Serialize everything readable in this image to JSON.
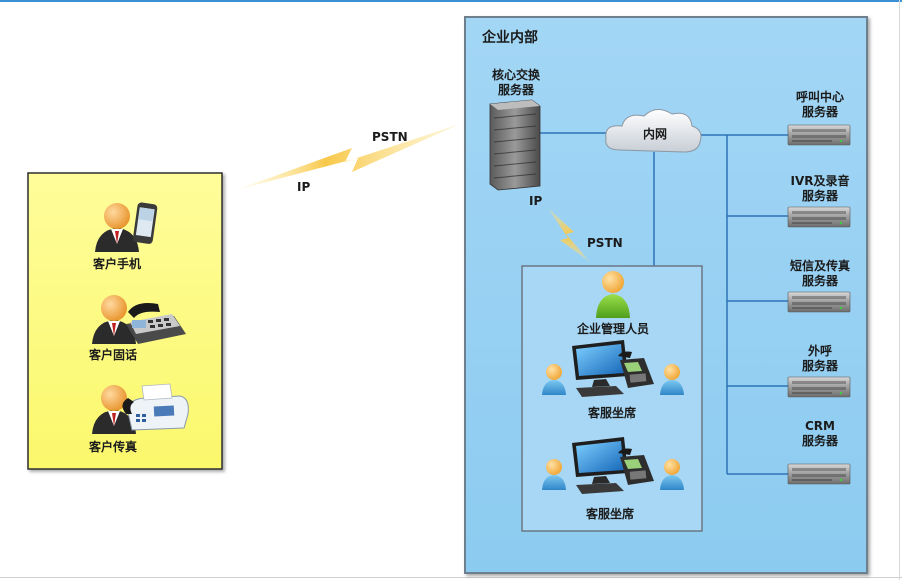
{
  "left_panel": {
    "items": [
      {
        "label": "客户手机",
        "icon": "person-mobile-phone-icon"
      },
      {
        "label": "客户固话",
        "icon": "person-desk-phone-icon"
      },
      {
        "label": "客户传真",
        "icon": "person-fax-machine-icon"
      }
    ]
  },
  "links": {
    "external_top": "PSTN",
    "external_bottom": "IP",
    "inner_top": "IP",
    "inner_bottom": "PSTN"
  },
  "enterprise": {
    "title": "企业内部",
    "core_switch": {
      "line1": "核心交换",
      "line2": "服务器"
    },
    "intranet": "内网",
    "servers": [
      {
        "line1": "呼叫中心",
        "line2": "服务器"
      },
      {
        "line1": "IVR及录音",
        "line2": "服务器"
      },
      {
        "line1": "短信及传真",
        "line2": "服务器"
      },
      {
        "line1": "外呼",
        "line2": "服务器"
      },
      {
        "line1": "CRM",
        "line2": "服务器"
      }
    ],
    "office": {
      "manager": "企业管理人员",
      "agents": [
        "客服坐席",
        "客服坐席"
      ]
    }
  },
  "colors": {
    "left_panel": "#fdfb7e",
    "enterprise_bg": "#9bd1f2",
    "office_bg": "#a7d7f4",
    "lightning": "#f5c33a",
    "connector": "#2d73b6"
  }
}
